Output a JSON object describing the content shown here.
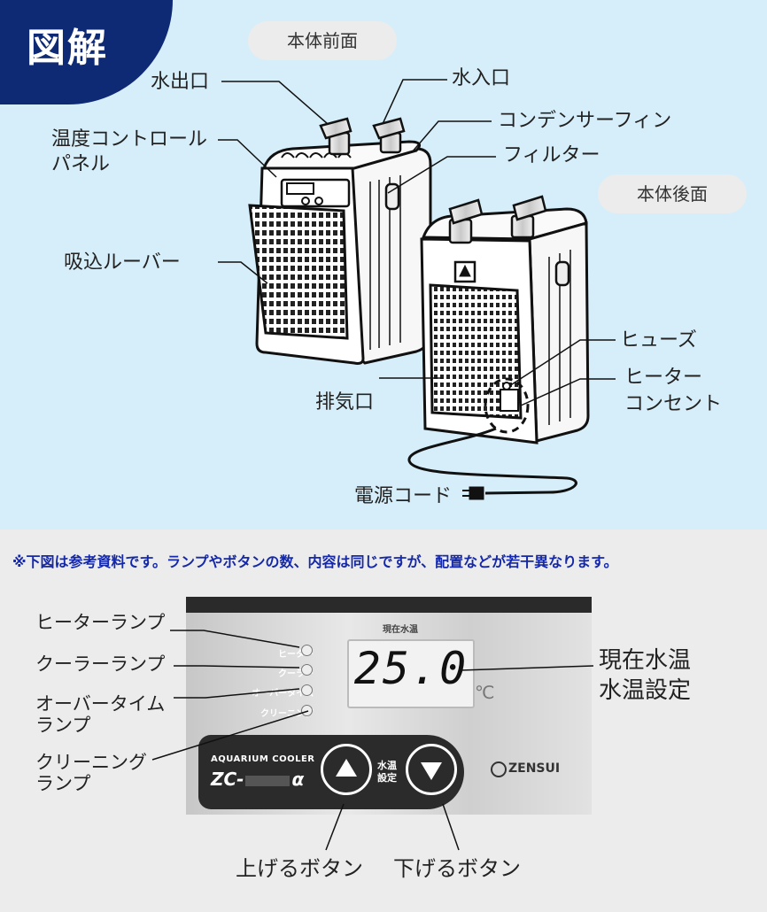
{
  "badge": "図解",
  "front_pill": "本体前面",
  "rear_pill": "本体後面",
  "labels": {
    "water_out": "水出口",
    "water_in": "水入口",
    "condenser_fin": "コンデンサーフィン",
    "filter": "フィルター",
    "temp_panel_1": "温度コントロール",
    "temp_panel_2": "パネル",
    "intake_louver": "吸込ルーバー",
    "exhaust": "排気口",
    "fuse": "ヒューズ",
    "heater_outlet_1": "ヒーター",
    "heater_outlet_2": "コンセント",
    "power_cord": "電源コード"
  },
  "note": "※下図は参考資料です。ランプやボタンの数、内容は同じですが、配置などが若干異なります。",
  "panel": {
    "lamps": [
      "ヒーター",
      "クーラー",
      "オーバータイム",
      "クリーニング"
    ],
    "temp_caption": "現在水温",
    "display_value": "25.0",
    "unit": "℃",
    "brand_small": "AQUARIUM COOLER",
    "model": "ZC-",
    "model_suffix": "α",
    "set_label_1": "水温",
    "set_label_2": "設定",
    "maker": "ZENSUI"
  },
  "panel_labels": {
    "heater_lamp": "ヒーターランプ",
    "cooler_lamp": "クーラーランプ",
    "overtime_lamp_1": "オーバータイム",
    "overtime_lamp_2": "ランプ",
    "cleaning_lamp_1": "クリーニング",
    "cleaning_lamp_2": "ランプ",
    "current_temp": "現在水温",
    "temp_setting": "水温設定",
    "up_button": "上げるボタン",
    "down_button": "下げるボタン"
  }
}
